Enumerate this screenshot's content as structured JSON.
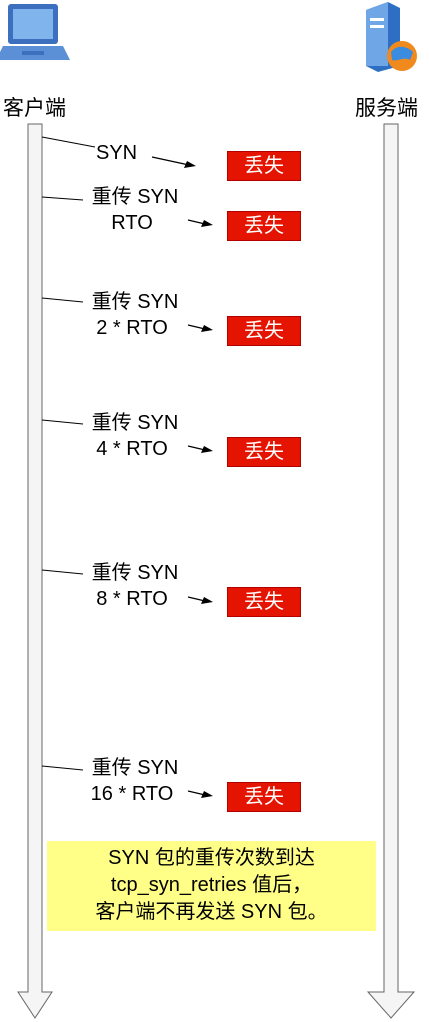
{
  "client": {
    "label": "客户端",
    "icon": "laptop-icon"
  },
  "server": {
    "label": "服务端",
    "icon": "server-globe-icon"
  },
  "attempts": [
    {
      "line1": "SYN",
      "line2": "",
      "status": "丢失"
    },
    {
      "line1": "重传 SYN",
      "line2": "RTO",
      "status": "丢失"
    },
    {
      "line1": "重传 SYN",
      "line2": "2 * RTO",
      "status": "丢失"
    },
    {
      "line1": "重传 SYN",
      "line2": "4 * RTO",
      "status": "丢失"
    },
    {
      "line1": "重传 SYN",
      "line2": "8 * RTO",
      "status": "丢失"
    },
    {
      "line1": "重传 SYN",
      "line2": "16 * RTO",
      "status": "丢失"
    }
  ],
  "note": {
    "line1": "SYN 包的重传次数到达",
    "line2": "tcp_syn_retries 值后，",
    "line3": "客户端不再发送 SYN 包。"
  },
  "colors": {
    "lost_box": "#e51400",
    "note_bg": "#ffff88",
    "timeline": "#f5f5f5"
  }
}
